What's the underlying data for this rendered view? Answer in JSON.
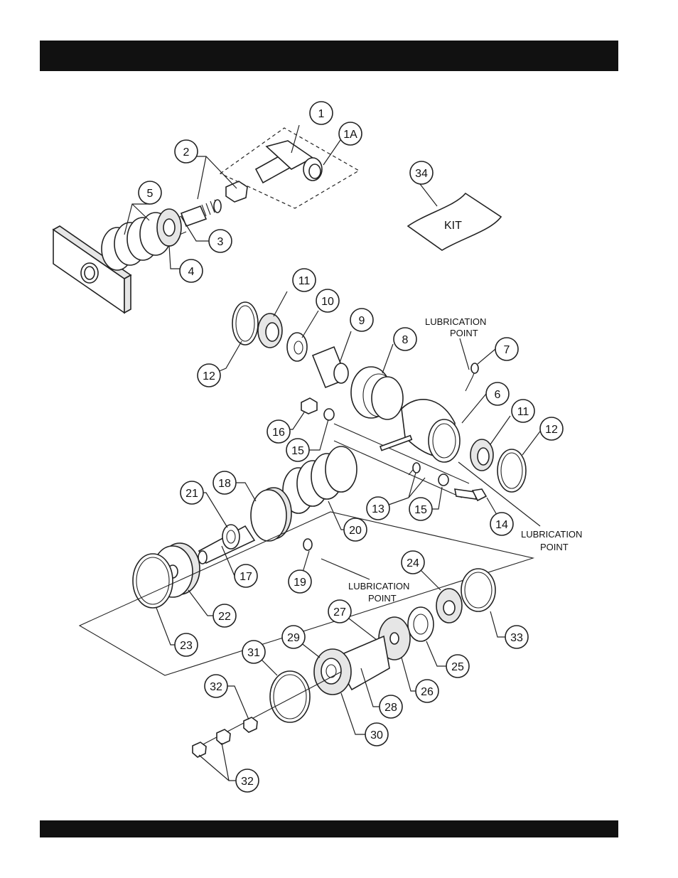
{
  "header_bar": "",
  "footer_bar": "",
  "kit_label": "KIT",
  "notes": {
    "lub1_line1": "LUBRICATION",
    "lub1_line2": "POINT",
    "lub2_line1": "LUBRICATION",
    "lub2_line2": "POINT",
    "lub3_line1": "LUBRICATION",
    "lub3_line2": "POINT"
  },
  "callouts": {
    "c1": "1",
    "c1a": "1A",
    "c2": "2",
    "c3": "3",
    "c4": "4",
    "c5": "5",
    "c6": "6",
    "c7": "7",
    "c8": "8",
    "c9": "9",
    "c10": "10",
    "c11a": "11",
    "c11b": "11",
    "c12a": "12",
    "c12b": "12",
    "c13": "13",
    "c14": "14",
    "c15a": "15",
    "c15b": "15",
    "c16": "16",
    "c17": "17",
    "c18": "18",
    "c19": "19",
    "c20": "20",
    "c21": "21",
    "c22": "22",
    "c23": "23",
    "c24": "24",
    "c25": "25",
    "c26": "26",
    "c27": "27",
    "c28": "28",
    "c29": "29",
    "c30": "30",
    "c31": "31",
    "c32a": "32",
    "c32b": "32",
    "c33": "33",
    "c34": "34"
  }
}
